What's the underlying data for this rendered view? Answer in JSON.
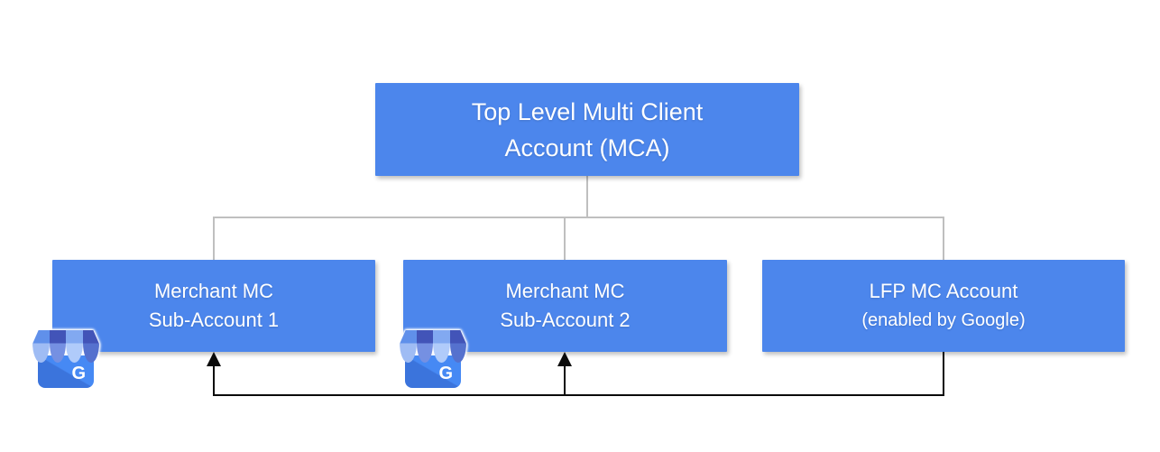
{
  "colors": {
    "node_fill": "#4C86EC",
    "node_text": "#FFFFFF",
    "tree_connector_gray": "#BFBFBF",
    "flow_connector_black": "#0B0B0B",
    "background": "#FFFFFF",
    "business_profile_blue": "#4285F4"
  },
  "nodes": {
    "mca": {
      "line1": "Top Level Multi Client",
      "line2": "Account (MCA)"
    },
    "sub1": {
      "line1": "Merchant MC",
      "line2": "Sub-Account 1"
    },
    "sub2": {
      "line1": "Merchant MC",
      "line2": "Sub-Account 2"
    },
    "lfp": {
      "line1": "LFP MC Account",
      "line2": "(enabled by Google)"
    }
  },
  "icons": {
    "business_profile_letter": "G"
  }
}
